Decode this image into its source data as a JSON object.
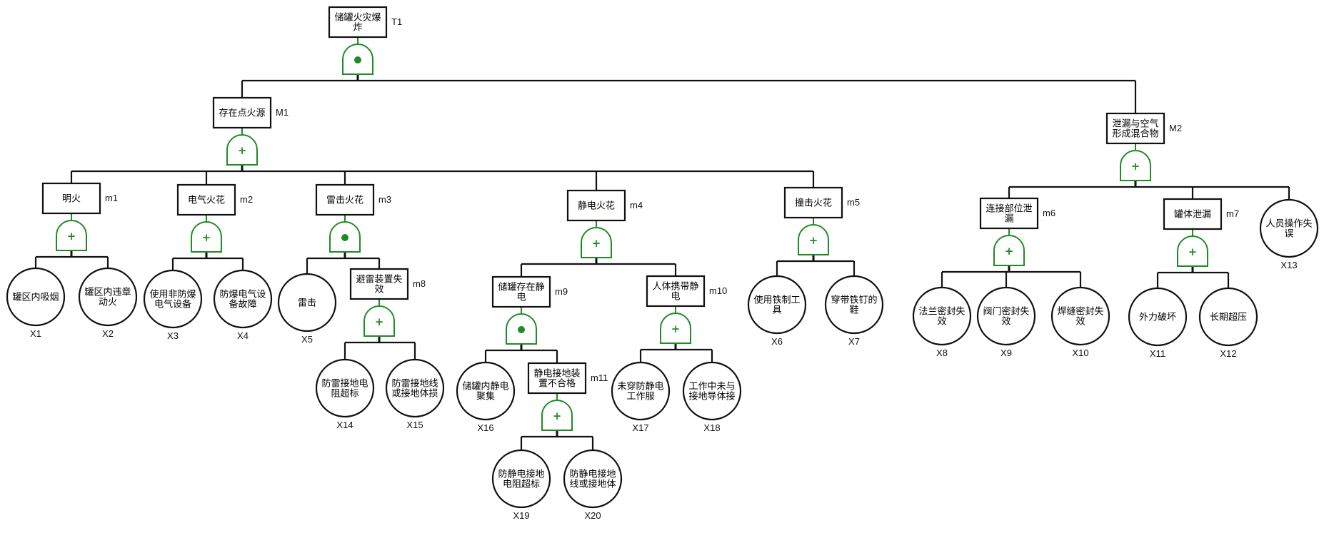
{
  "diagram": {
    "type": "fault-tree",
    "colors": {
      "line": "#111111",
      "gate": "#1f8b24",
      "gate_fill": "#ffffff",
      "node_fill": "#ffffff"
    },
    "gate_types": {
      "and": "●",
      "or": "+"
    },
    "nodes": [
      {
        "id": "T1",
        "kind": "event",
        "lines": [
          "储罐火灾爆",
          "炸"
        ],
        "gate": "and",
        "children": [
          "M1",
          "M2"
        ]
      },
      {
        "id": "M1",
        "kind": "event",
        "lines": [
          "存在点火源"
        ],
        "gate": "or",
        "children": [
          "m1",
          "m2",
          "m3",
          "m4",
          "m5"
        ]
      },
      {
        "id": "M2",
        "kind": "event",
        "lines": [
          "泄漏与空气",
          "形成混合物"
        ],
        "gate": "or",
        "children": [
          "m6",
          "m7",
          "X13"
        ]
      },
      {
        "id": "m1",
        "kind": "event",
        "lines": [
          "明火"
        ],
        "gate": "or",
        "children": [
          "X1",
          "X2"
        ]
      },
      {
        "id": "m2",
        "kind": "event",
        "lines": [
          "电气火花"
        ],
        "gate": "or",
        "children": [
          "X3",
          "X4"
        ]
      },
      {
        "id": "m3",
        "kind": "event",
        "lines": [
          "雷击火花"
        ],
        "gate": "and",
        "children": [
          "X5",
          "m8"
        ]
      },
      {
        "id": "m4",
        "kind": "event",
        "lines": [
          "静电火花"
        ],
        "gate": "or",
        "children": [
          "m9",
          "m10"
        ]
      },
      {
        "id": "m5",
        "kind": "event",
        "lines": [
          "撞击火花"
        ],
        "gate": "or",
        "children": [
          "X6",
          "X7"
        ]
      },
      {
        "id": "m6",
        "kind": "event",
        "lines": [
          "连接部位泄",
          "漏"
        ],
        "gate": "or",
        "children": [
          "X8",
          "X9",
          "X10"
        ]
      },
      {
        "id": "m7",
        "kind": "event",
        "lines": [
          "罐体泄漏"
        ],
        "gate": "or",
        "children": [
          "X11",
          "X12"
        ]
      },
      {
        "id": "m8",
        "kind": "event",
        "lines": [
          "避雷装置失",
          "效"
        ],
        "gate": "or",
        "children": [
          "X14",
          "X15"
        ]
      },
      {
        "id": "m9",
        "kind": "event",
        "lines": [
          "储罐存在静",
          "电"
        ],
        "gate": "and",
        "children": [
          "X16",
          "m11"
        ]
      },
      {
        "id": "m10",
        "kind": "event",
        "lines": [
          "人体携带静",
          "电"
        ],
        "gate": "or",
        "children": [
          "X17",
          "X18"
        ]
      },
      {
        "id": "m11",
        "kind": "event",
        "lines": [
          "静电接地装",
          "置不合格"
        ],
        "gate": "or",
        "children": [
          "X19",
          "X20"
        ]
      },
      {
        "id": "X1",
        "kind": "basic",
        "lines": [
          "罐区内吸烟"
        ]
      },
      {
        "id": "X2",
        "kind": "basic",
        "lines": [
          "罐区内违章",
          "动火"
        ]
      },
      {
        "id": "X3",
        "kind": "basic",
        "lines": [
          "使用非防爆",
          "电气设备"
        ]
      },
      {
        "id": "X4",
        "kind": "basic",
        "lines": [
          "防爆电气设",
          "备故障"
        ]
      },
      {
        "id": "X5",
        "kind": "basic",
        "lines": [
          "雷击"
        ]
      },
      {
        "id": "X6",
        "kind": "basic",
        "lines": [
          "使用铁制工",
          "具"
        ]
      },
      {
        "id": "X7",
        "kind": "basic",
        "lines": [
          "穿带铁钉的",
          "鞋"
        ]
      },
      {
        "id": "X8",
        "kind": "basic",
        "lines": [
          "法兰密封失",
          "效"
        ]
      },
      {
        "id": "X9",
        "kind": "basic",
        "lines": [
          "阀门密封失",
          "效"
        ]
      },
      {
        "id": "X10",
        "kind": "basic",
        "lines": [
          "焊缝密封失",
          "效"
        ]
      },
      {
        "id": "X11",
        "kind": "basic",
        "lines": [
          "外力破坏"
        ]
      },
      {
        "id": "X12",
        "kind": "basic",
        "lines": [
          "长期超压"
        ]
      },
      {
        "id": "X13",
        "kind": "basic",
        "lines": [
          "人员操作失",
          "误"
        ]
      },
      {
        "id": "X14",
        "kind": "basic",
        "lines": [
          "防雷接地电",
          "阻超标"
        ]
      },
      {
        "id": "X15",
        "kind": "basic",
        "lines": [
          "防雷接地线",
          "或接地体损"
        ]
      },
      {
        "id": "X16",
        "kind": "basic",
        "lines": [
          "储罐内静电",
          "聚集"
        ]
      },
      {
        "id": "X17",
        "kind": "basic",
        "lines": [
          "未穿防静电",
          "工作服"
        ]
      },
      {
        "id": "X18",
        "kind": "basic",
        "lines": [
          "工作中未与",
          "接地导体接"
        ]
      },
      {
        "id": "X19",
        "kind": "basic",
        "lines": [
          "防静电接地",
          "电阻超标"
        ]
      },
      {
        "id": "X20",
        "kind": "basic",
        "lines": [
          "防静电接地",
          "线或接地体"
        ]
      }
    ]
  }
}
